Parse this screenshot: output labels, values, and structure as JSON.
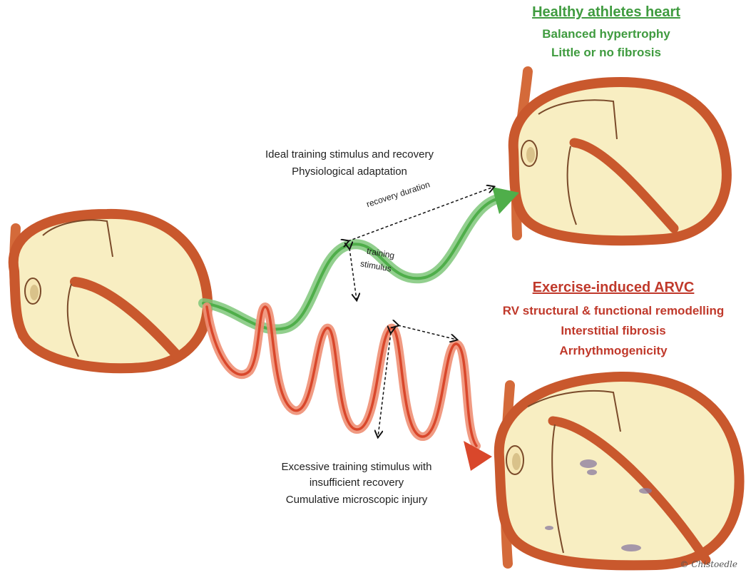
{
  "healthy": {
    "title": "Healthy athletes heart",
    "line1": "Balanced hypertrophy",
    "line2": "Little or no fibrosis",
    "color": "#3f9b3f"
  },
  "arvc": {
    "title": "Exercise-induced ARVC",
    "line1": "RV structural & functional remodelling",
    "line2": "Interstitial fibrosis",
    "line3": "Arrhythmogenicity",
    "color": "#c0392b"
  },
  "ideal_path": {
    "line1": "Ideal training stimulus and recovery",
    "line2": "Physiological adaptation"
  },
  "excessive_path": {
    "line1": "Excessive training stimulus with",
    "line2": "insufficient recovery",
    "line3": "Cumulative microscopic injury"
  },
  "annotations": {
    "recovery_duration": "recovery duration",
    "training_stimulus_1": "training",
    "training_stimulus_2": "stimulus"
  },
  "credit": "© Chistoedle"
}
